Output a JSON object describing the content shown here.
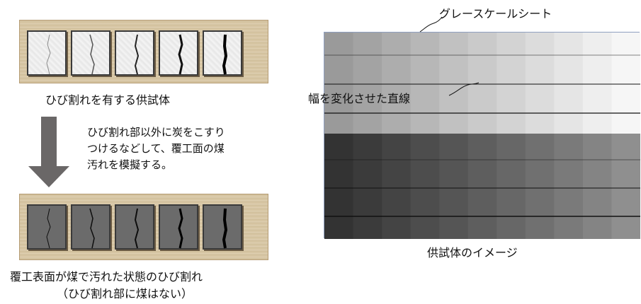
{
  "left": {
    "specimen_label": "ひび割れを有する供試体",
    "note_lines": [
      "ひび割れ部以外に炭をこすり",
      "つけるなどして、覆工面の煤",
      "汚れを模擬する。"
    ],
    "result_label_line1": "覆工表面が煤で汚れた状態のひび割れ",
    "result_label_line2": "（ひび割れ部に煤はない）"
  },
  "right": {
    "grayscale_label": "グレースケールシート",
    "lines_label": "幅を変化させた直線",
    "image_label": "供試体のイメージ",
    "top_row_colors": [
      "#9a9a9a",
      "#a3a3a3",
      "#adadad",
      "#b7b7b7",
      "#c1c1c1",
      "#cacaca",
      "#d3d3d3",
      "#dcdcdc",
      "#e5e5e5",
      "#eeeeee",
      "#f6f6f6"
    ],
    "bottom_row_colors": [
      "#333333",
      "#3b3b3b",
      "#444444",
      "#4d4d4d",
      "#555555",
      "#5e5e5e",
      "#676767",
      "#707070",
      "#7a7a7a",
      "#848484",
      "#8f8f8f"
    ],
    "line_colors": {
      "panel_border": "#8fa0c0",
      "lines": "#111111"
    }
  }
}
